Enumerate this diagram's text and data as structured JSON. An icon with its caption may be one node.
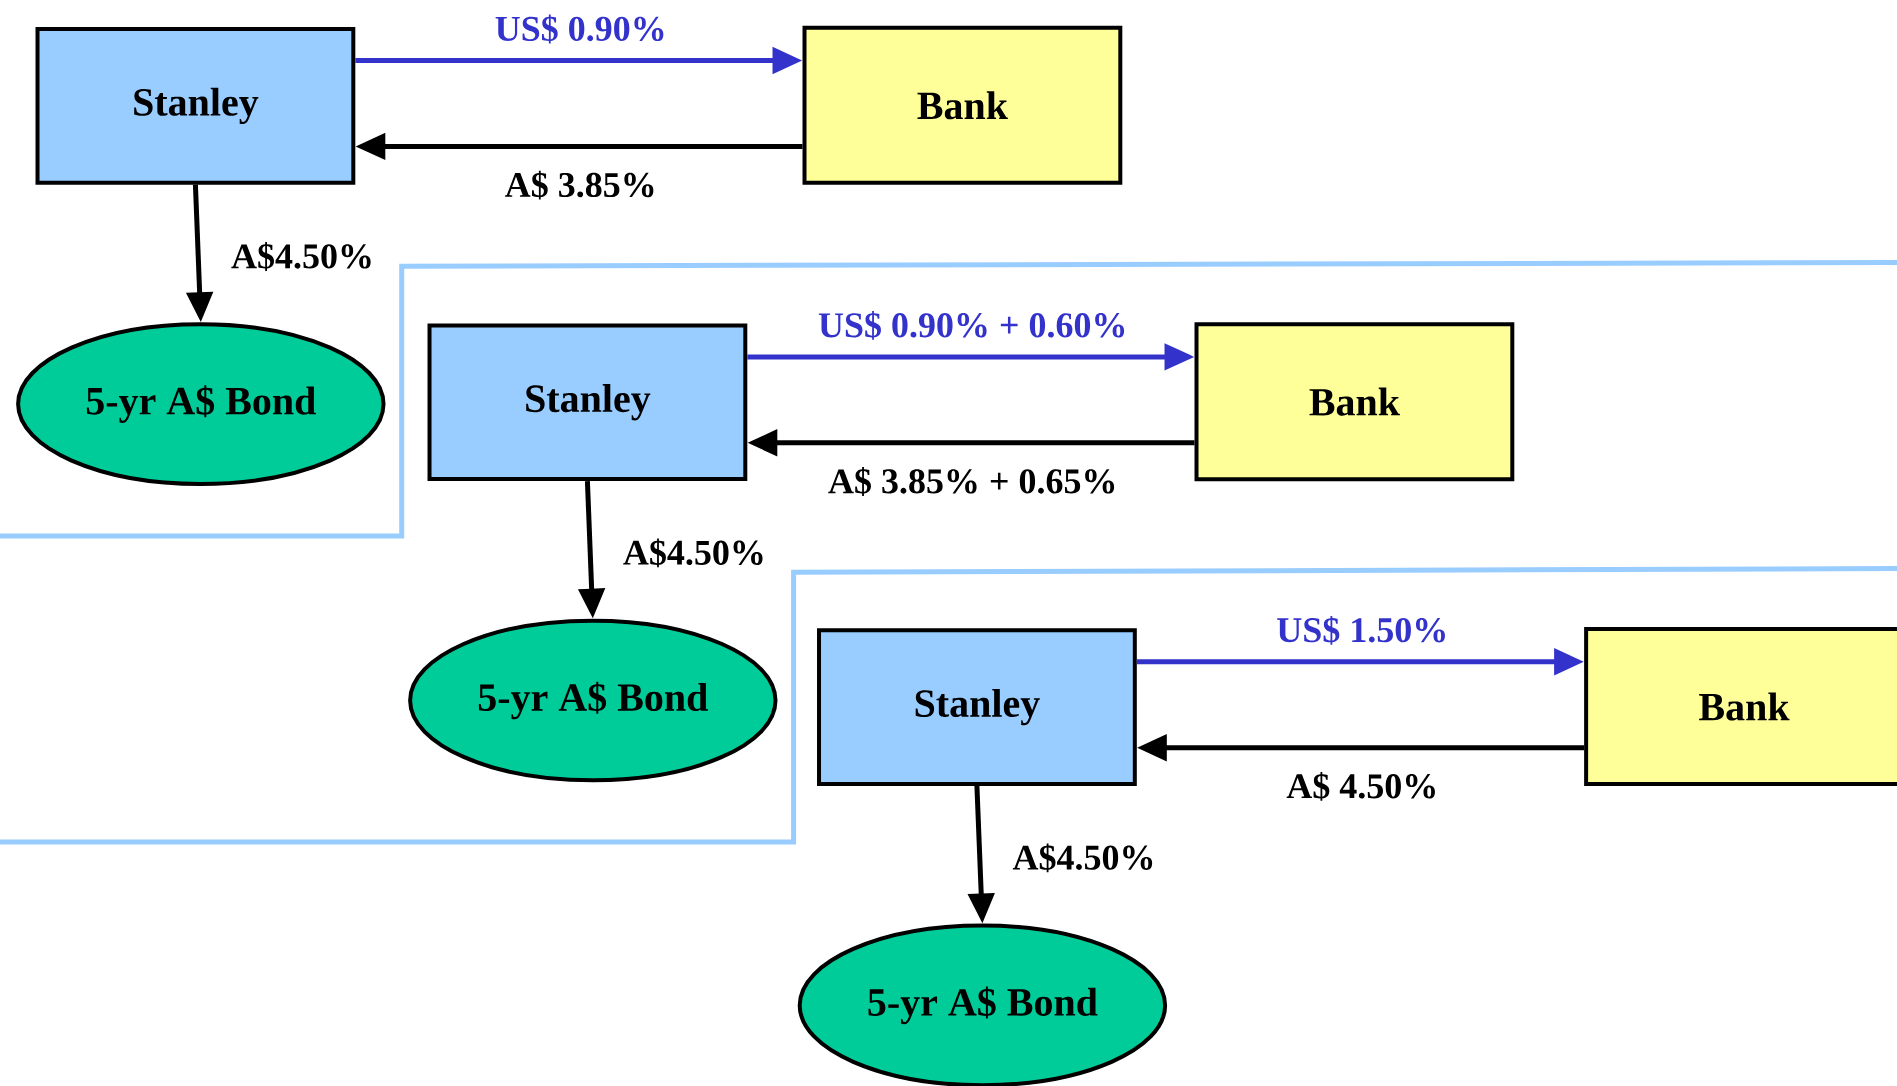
{
  "diagram": {
    "nodes": [
      {
        "text": [
          "Stanley"
        ]
      },
      {
        "text": [
          "Bank"
        ]
      },
      {
        "text": [
          "5-yr A$ Bond"
        ]
      },
      {
        "text": [
          "Stanley"
        ]
      },
      {
        "text": [
          "Bank"
        ]
      },
      {
        "text": [
          "5-yr A$ Bond"
        ]
      },
      {
        "text": [
          "Stanley"
        ]
      },
      {
        "text": [
          "Bank"
        ]
      },
      {
        "text": [
          "5-yr A$ Bond"
        ]
      }
    ],
    "edges": [
      {
        "from": 0,
        "to": 1,
        "arrow": "to",
        "label": "US$ 0.90%",
        "color": "#3333cc"
      },
      {
        "from": 1,
        "to": 0,
        "arrow": "to",
        "label": "A$ 3.85%"
      },
      {
        "from": 0,
        "to": 2,
        "arrow": "to",
        "label": "A$4.50%"
      },
      {
        "from": 3,
        "to": 4,
        "arrow": "to",
        "label": "US$ 0.90% + 0.60%",
        "color": "#3333cc"
      },
      {
        "from": 4,
        "to": 3,
        "arrow": "to",
        "label": "A$ 3.85% + 0.65%"
      },
      {
        "from": 3,
        "to": 5,
        "arrow": "to",
        "label": "A$4.50%"
      },
      {
        "from": 6,
        "to": 7,
        "arrow": "to",
        "label": "US$ 1.50%",
        "color": "#3333cc"
      },
      {
        "from": 7,
        "to": 6,
        "arrow": "to",
        "label": "A$ 4.50%"
      },
      {
        "from": 6,
        "to": 8,
        "arrow": "to",
        "label": "A$4.50%"
      }
    ]
  }
}
